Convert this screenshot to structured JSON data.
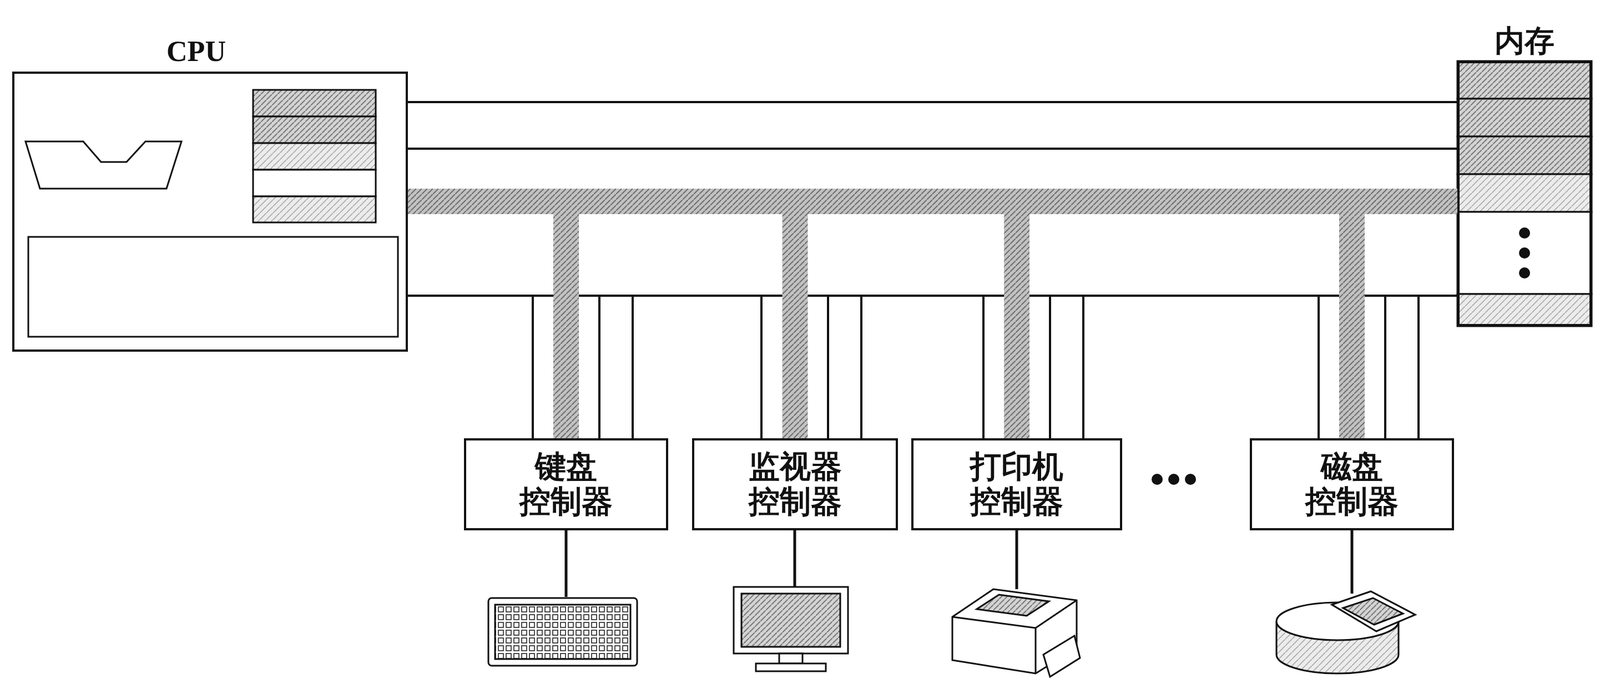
{
  "diagram": {
    "nodes": [
      {
        "text": [
          "CPU"
        ]
      },
      {
        "text": [
          "内存"
        ]
      },
      {
        "text": [
          "键盘 控制器"
        ]
      },
      {
        "text": [
          "监视器 控制器"
        ]
      },
      {
        "text": [
          "打印机 控制器"
        ]
      },
      {
        "text": [
          "磁盘 控制器"
        ]
      }
    ],
    "edges": [
      {
        "from": 0,
        "to": 1,
        "arrow": "none"
      },
      {
        "from": 0,
        "to": 2,
        "arrow": "none"
      },
      {
        "from": 0,
        "to": 3,
        "arrow": "none"
      },
      {
        "from": 0,
        "to": 4,
        "arrow": "none"
      },
      {
        "from": 0,
        "to": 5,
        "arrow": "none"
      }
    ]
  }
}
